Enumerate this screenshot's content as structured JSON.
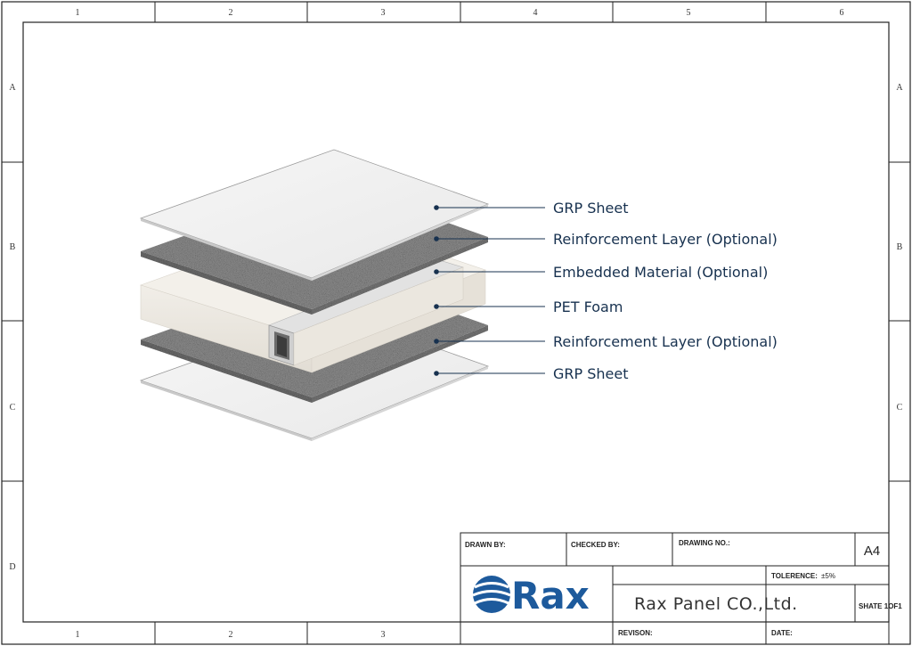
{
  "frame": {
    "columns_top": [
      "1",
      "2",
      "3",
      "4",
      "5",
      "6"
    ],
    "columns_bottom": [
      "1",
      "2",
      "3"
    ],
    "rows": [
      "A",
      "B",
      "C",
      "D"
    ]
  },
  "layers": [
    {
      "label": "GRP Sheet"
    },
    {
      "label": "Reinforcement Layer (Optional)"
    },
    {
      "label": "Embedded Material (Optional)"
    },
    {
      "label": "PET Foam"
    },
    {
      "label": "Reinforcement Layer (Optional)"
    },
    {
      "label": "GRP Sheet"
    }
  ],
  "title_block": {
    "drawn_by": "DRAWN BY:",
    "checked_by": "CHECKED BY:",
    "drawing_no": "DRAWING NO.:",
    "size": "A4",
    "tolerance_label": "TOLERENCE:",
    "tolerance_value": "±5%",
    "logo_text": "Rax",
    "company": "Rax Panel CO.,Ltd.",
    "sheet": "SHATE 1OF1",
    "revision": "REVISON:",
    "date": "DATE:"
  },
  "colors": {
    "leader_line": "#17314f",
    "logo_blue": "#1d5a9c",
    "grp_sheet": "#f3f3f3",
    "reinforcement": "#8e8e8e",
    "foam": "#efebe3"
  }
}
